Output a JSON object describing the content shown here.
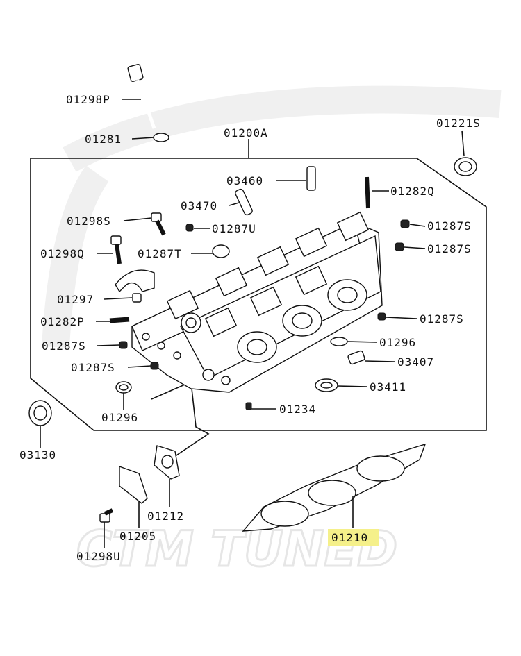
{
  "watermark": "CTM TUNED",
  "highlight_color": "#f5f08a",
  "labels": {
    "p01298P": "01298P",
    "p01281": "01281",
    "p01200A": "01200A",
    "p01221S": "01221S",
    "p03460": "03460",
    "p01282Q": "01282Q",
    "p03470": "03470",
    "p01298S": "01298S",
    "p01287U": "01287U",
    "p01287S_a": "01287S",
    "p01298Q": "01298Q",
    "p01287T": "01287T",
    "p01287S_b": "01287S",
    "p01297": "01297",
    "p01282P": "01282P",
    "p01287S_c": "01287S",
    "p01287S_d": "01287S",
    "p01296_a": "01296",
    "p01287S_e": "01287S",
    "p03407": "03407",
    "p03411": "03411",
    "p01296_b": "01296",
    "p01234": "01234",
    "p03130": "03130",
    "p01212": "01212",
    "p01205": "01205",
    "p01210": "01210",
    "p01298U": "01298U"
  }
}
